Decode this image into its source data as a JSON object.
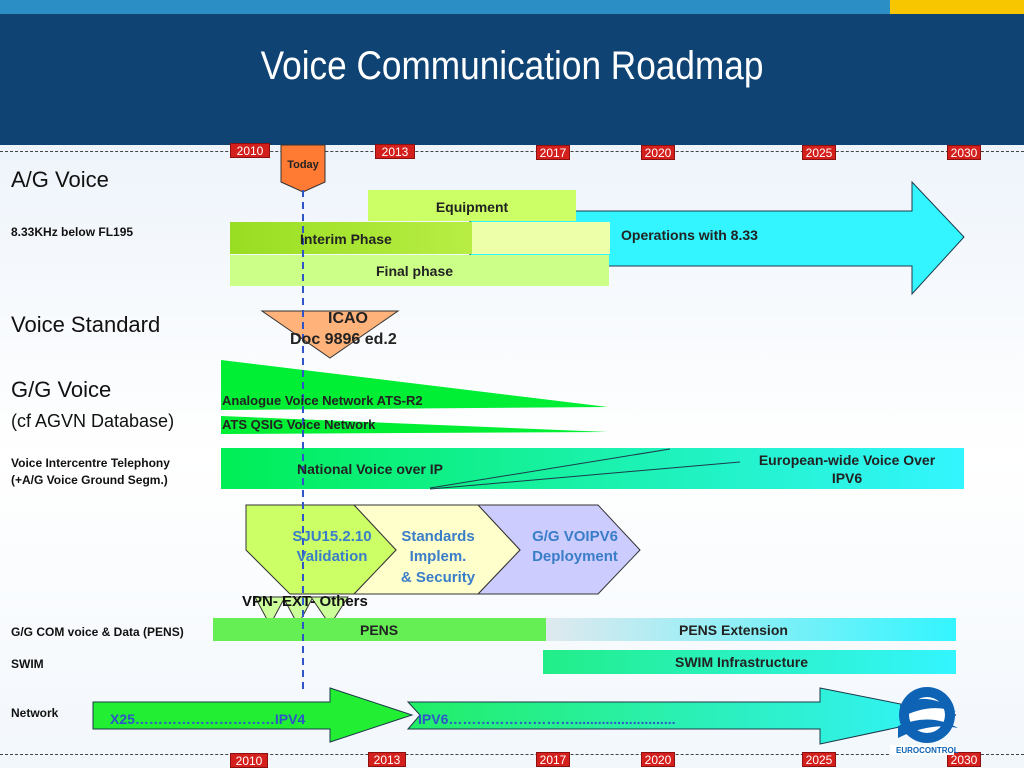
{
  "title": "Voice Communication Roadmap",
  "years_top": [
    "2010",
    "2013",
    "2017",
    "2020",
    "2025",
    "2030"
  ],
  "years_bottom": [
    "2010",
    "2013",
    "2017",
    "2020",
    "2025",
    "2030"
  ],
  "today": "Today",
  "rows": {
    "ag_voice": "A/G Voice",
    "ag_sub": "8.33KHz below FL195",
    "voice_standard": "Voice Standard",
    "gg_voice": "G/G Voice",
    "gg_sub": "(cf AGVN Database)",
    "intercentre_1": "Voice Intercentre Telephony",
    "intercentre_2": "(+A/G Voice Ground Segm.)",
    "gg_com": "G/G COM voice & Data (PENS)",
    "swim": "SWIM",
    "network": "Network"
  },
  "bars": {
    "equipment": "Equipment",
    "interim": "Interim Phase",
    "final": "Final phase",
    "operations": "Operations with 8.33",
    "icao_1": "ICAO",
    "icao_2": "Doc 9896 ed.2",
    "analogue": "Analogue Voice Network ATS-R2",
    "qsig": "ATS QSIG Voice Network",
    "national": "National Voice over IP",
    "european_1": "European-wide Voice Over",
    "european_2": "IPV6",
    "sju_1": "SJU15.2.10",
    "sju_2": "Validation",
    "std_1": "Standards",
    "std_2": "Implem.",
    "std_3": "& Security",
    "voip_1": "G/G VOIPV6",
    "voip_2": "Deployment",
    "vpn": "VPN- EXT- Others",
    "pens": "PENS",
    "pens_ext": "PENS Extension",
    "swim_infra": "SWIM Infrastructure",
    "x25": "X25…………………………IPV4",
    "ipv6": "IPV6……………………….........................."
  },
  "logo_text": "EUROCONTROL",
  "colors": {
    "title_band": "#0e4373",
    "year_badge": "#d4201c",
    "green_light": "#ccff66",
    "green_bright": "#00ee33",
    "cyan": "#2ef0f0",
    "lavender": "#ccccff",
    "orange": "#ffb27a",
    "today_line": "#2f55c8"
  }
}
